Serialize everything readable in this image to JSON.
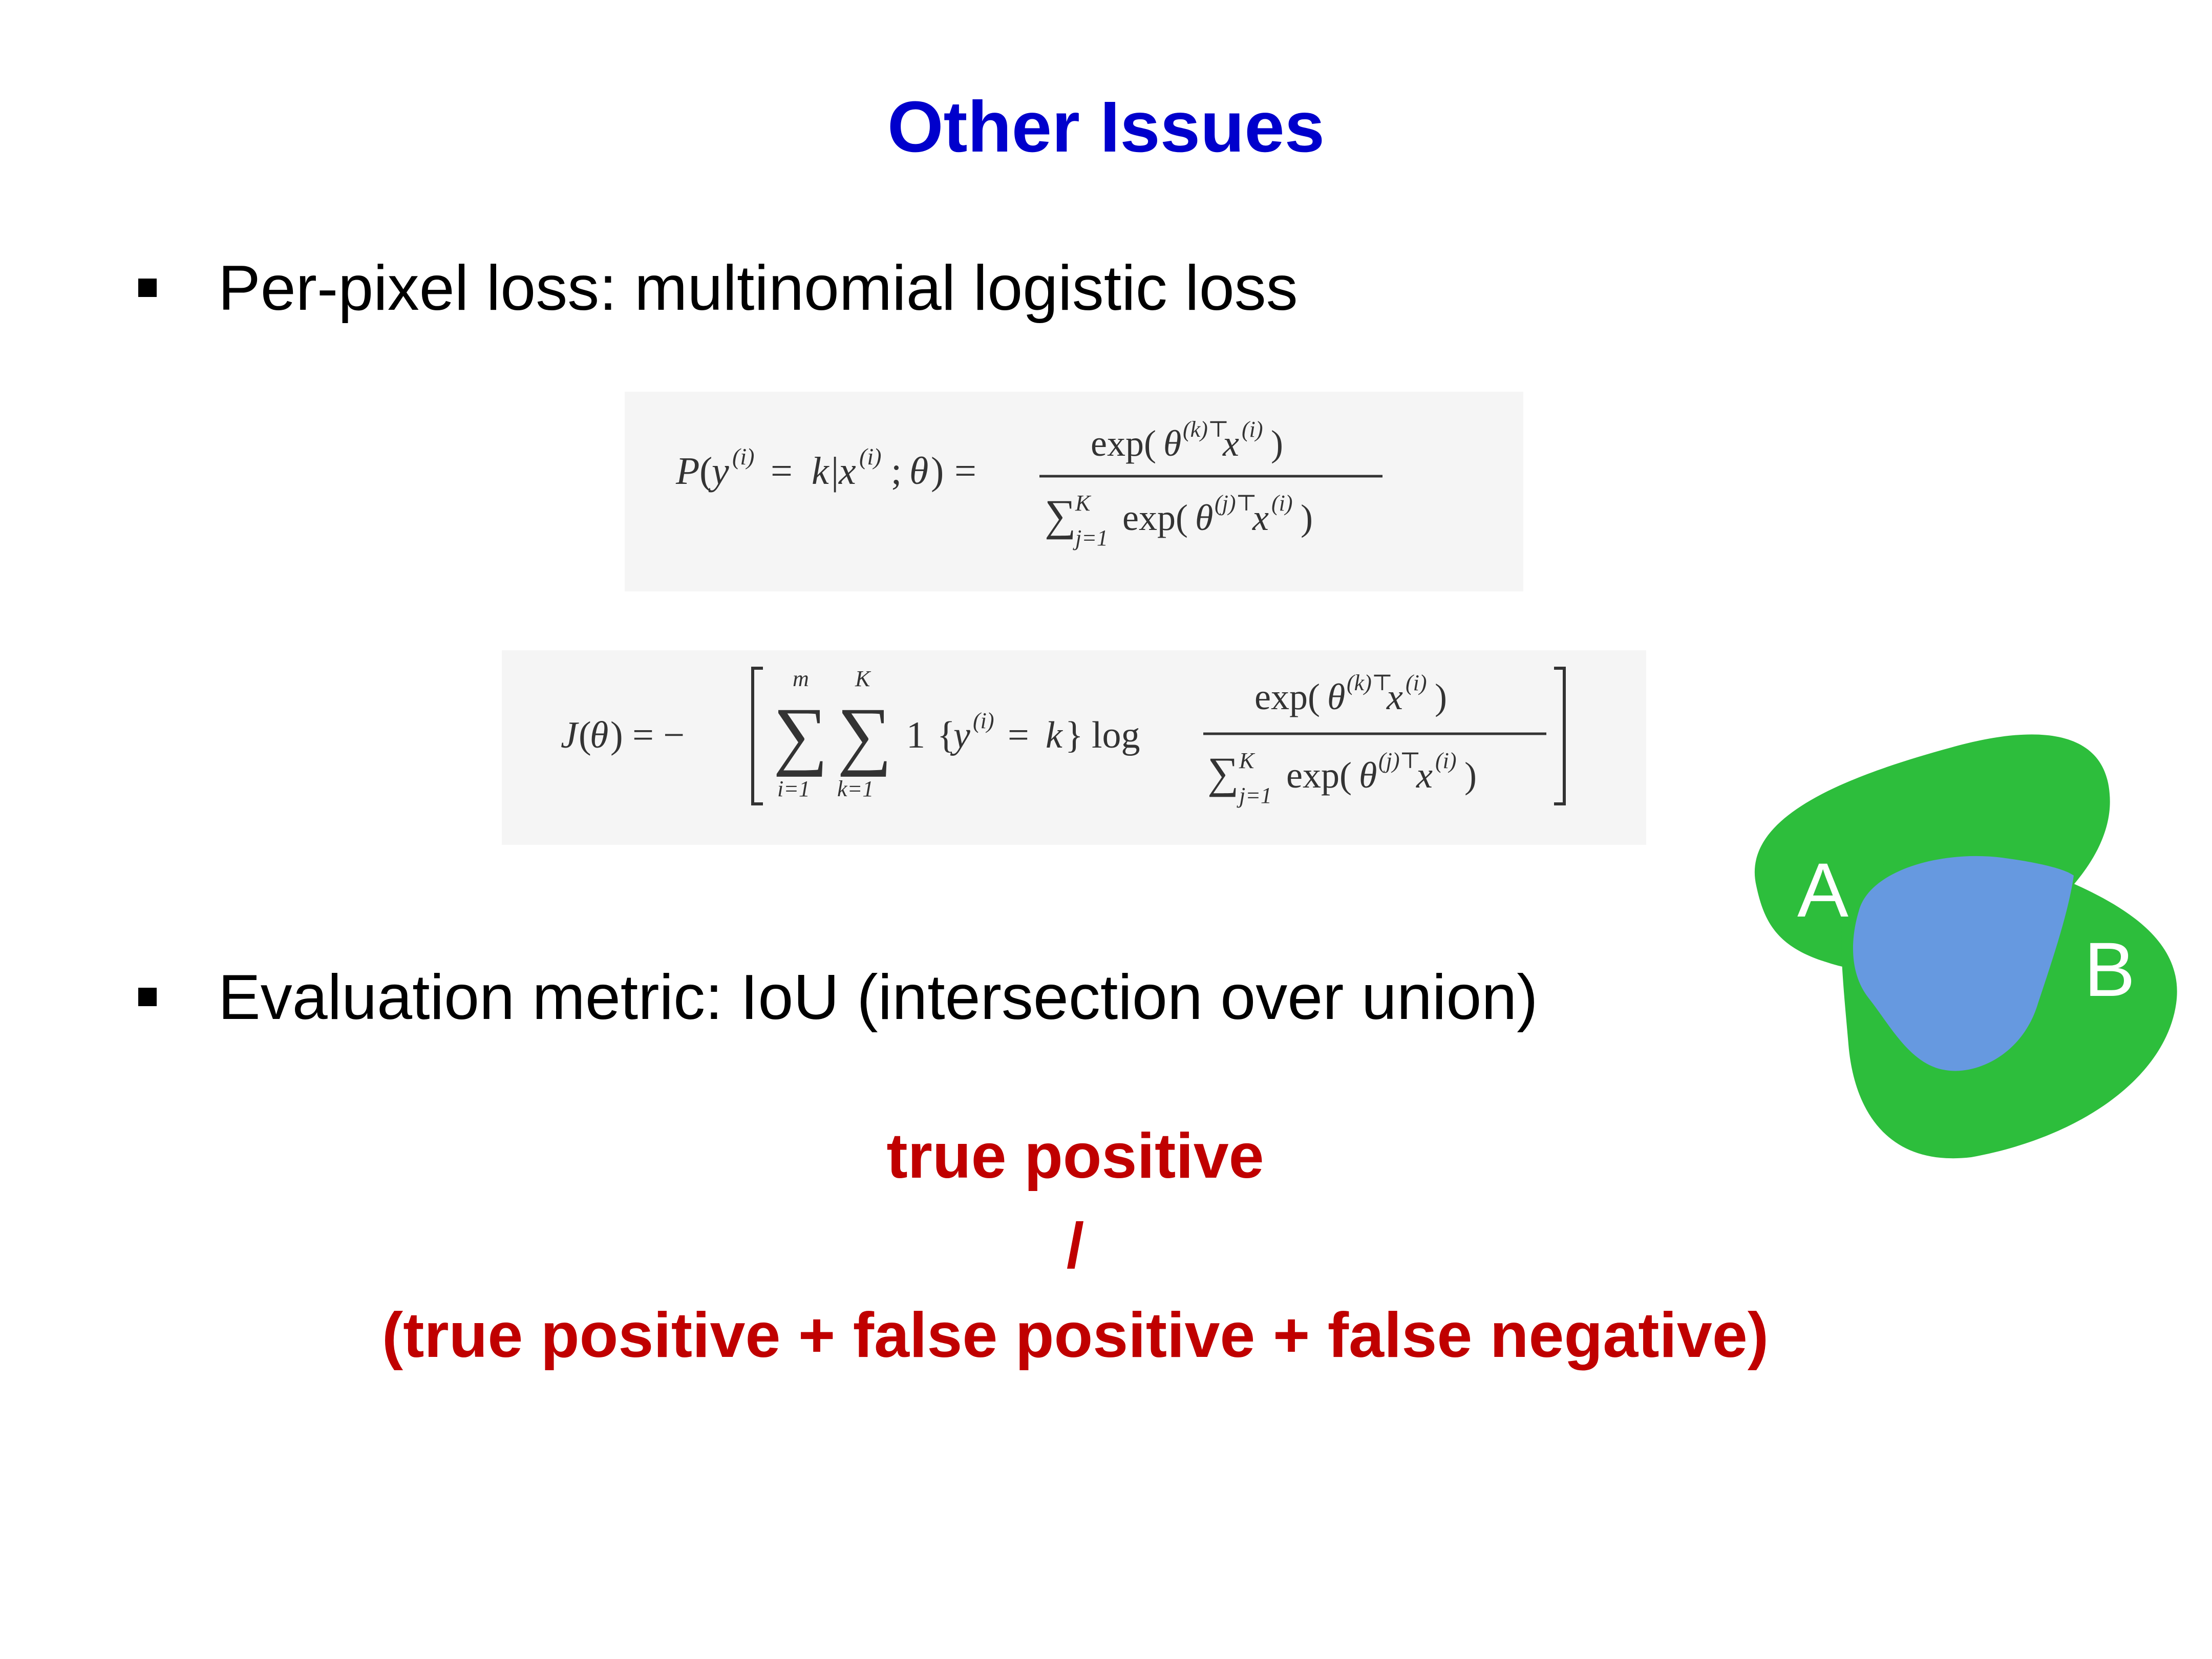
{
  "slide": {
    "title": "Other Issues",
    "bullets": [
      "Per-pixel loss: multinomial logistic loss",
      "Evaluation metric: IoU (intersection over union)"
    ],
    "equation_1": {
      "lhs": "P(y(i) = k|x(i); θ) =",
      "numerator": "exp(θ(k)⊤x(i))",
      "denominator": "∑j=1K exp(θ(j)⊤x(i))"
    },
    "equation_2": {
      "lhs": "J(θ) = −",
      "sum1_upper": "m",
      "sum1_lower": "i=1",
      "sum2_upper": "K",
      "sum2_lower": "k=1",
      "indicator": "1 {y(i) = k} log",
      "numerator": "exp(θ(k)⊤x(i))",
      "denominator": "∑j=1K exp(θ(j)⊤x(i))"
    },
    "venn": {
      "label_a": "A",
      "label_b": "B",
      "colors": {
        "region": "#2dbe3c",
        "intersection": "#6699e0"
      }
    },
    "iou_formula": {
      "numerator": "true positive",
      "divider": "/",
      "denominator": "(true positive + false positive + false negative)"
    },
    "colors": {
      "title": "#0000cc",
      "formula": "#c00000"
    }
  }
}
